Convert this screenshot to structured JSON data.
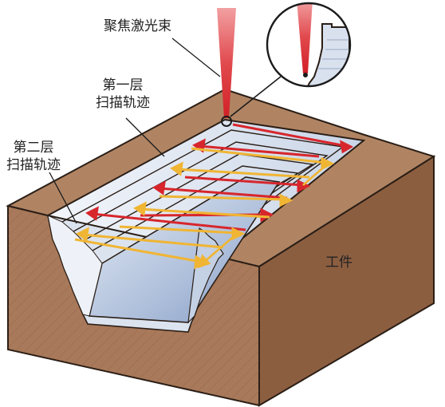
{
  "labels": {
    "beam": "聚焦激光束",
    "layer1_line1": "第一层",
    "layer1_line2": "扫描轨迹",
    "layer2_line1": "第二层",
    "layer2_line2": "扫描轨迹",
    "workpiece": "工件"
  },
  "colors": {
    "block_top": "#b08463",
    "block_front": "#a8795a",
    "block_right": "#8c5e40",
    "outline": "#2a1e16",
    "pocket_light": "#e4ebf5",
    "pocket_mid": "#c7d3e6",
    "pocket_dark": "#8fa6c9",
    "laser": "#d9202a",
    "layer1_arrow": "#d7262c",
    "layer2_arrow": "#f0b533"
  }
}
